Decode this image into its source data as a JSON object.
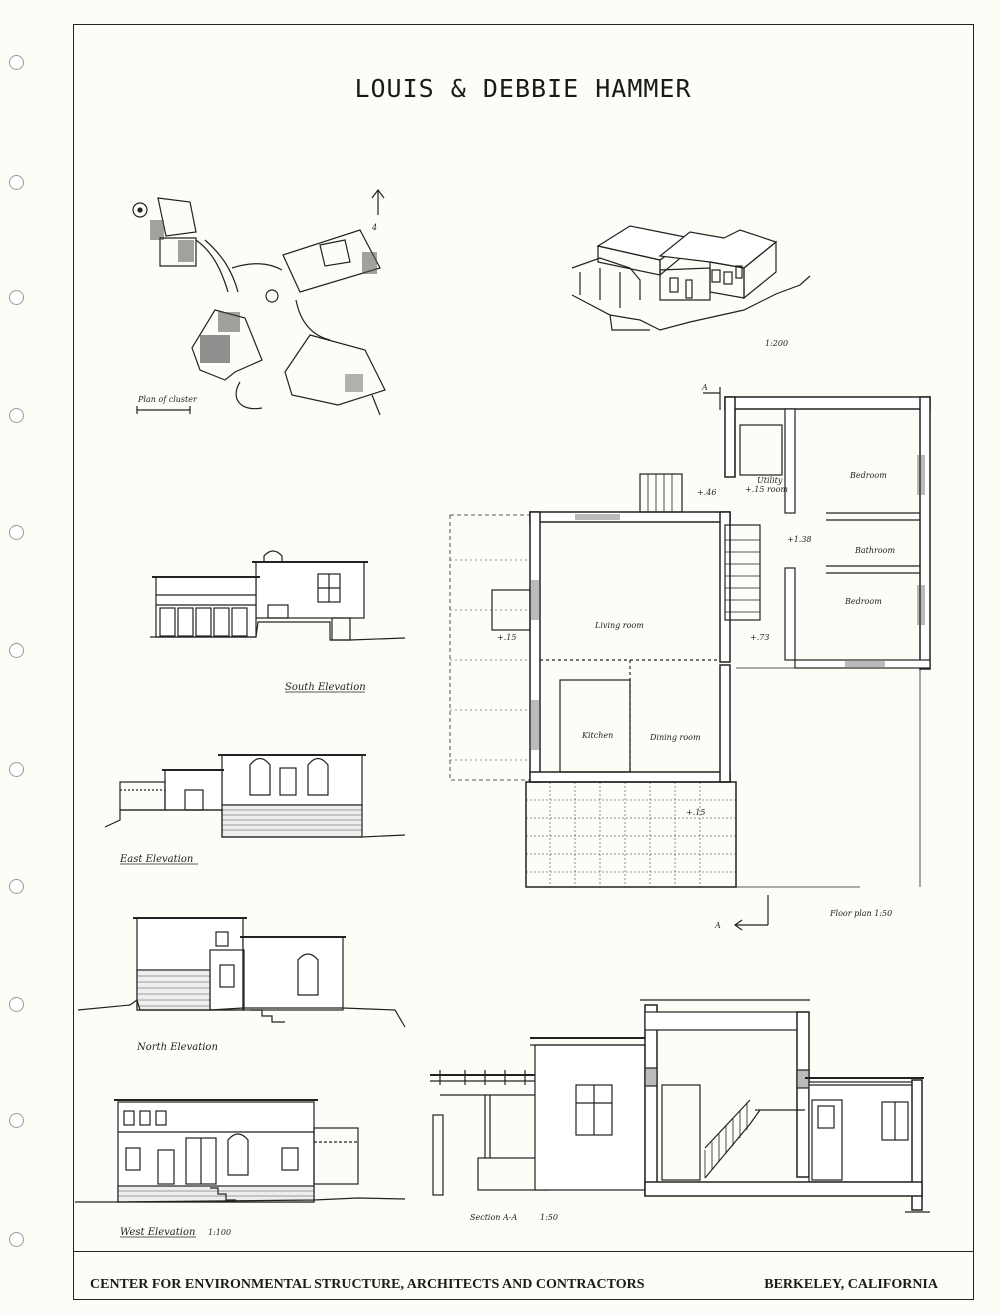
{
  "title": "LOUIS & DEBBIE HAMMER",
  "footer": {
    "left": "CENTER FOR ENVIRONMENTAL STRUCTURE, ARCHITECTS AND CONTRACTORS",
    "right": "BERKELEY, CALIFORNIA"
  },
  "site_plan": {
    "caption": "Plan of cluster",
    "north": "4"
  },
  "isometric": {
    "scale": "1:200"
  },
  "floor_plan": {
    "caption": "Floor plan 1:50",
    "section_marker": "A",
    "rooms": {
      "utility": "Utility",
      "utility_sub": "+.15 room",
      "bedroom_1": "Bedroom",
      "bathroom": "Bathroom",
      "bedroom_2": "Bedroom",
      "living": "Living room",
      "kitchen": "Kitchen",
      "dining": "Dining room"
    },
    "levels": {
      "l1": "+.46",
      "l2": "+1.38",
      "l3": "+.15",
      "l4": "+.73",
      "l5": "+.15"
    }
  },
  "elevations": {
    "south": "South Elevation",
    "east": "East Elevation",
    "north": "North Elevation",
    "west": "West Elevation",
    "west_scale": "1:100"
  },
  "section": {
    "caption": "Section A-A",
    "scale": "1:50"
  }
}
